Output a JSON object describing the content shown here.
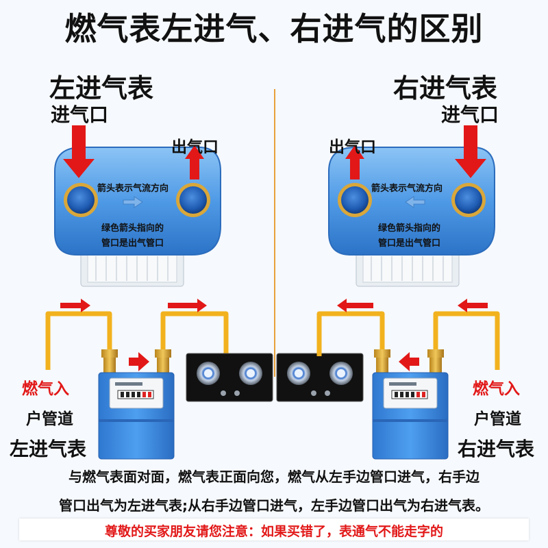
{
  "title": "燃气表左进气、右进气的区别",
  "left_panel": {
    "heading": "左进气表",
    "inlet_label": "进气口",
    "outlet_label": "出气口",
    "arrow_note": "箭头表示气流方向",
    "green_note_1": "绿色箭头指向的",
    "green_note_2": "管口是出气管口"
  },
  "right_panel": {
    "heading": "右进气表",
    "inlet_label": "进气口",
    "outlet_label": "出气口",
    "arrow_note": "箭头表示气流方向",
    "green_note_1": "绿色箭头指向的",
    "green_note_2": "管口是出气管口"
  },
  "left_install": {
    "gas_in": "燃气入",
    "pipe": "户管道",
    "type": "左进气表"
  },
  "right_install": {
    "gas_in": "燃气入",
    "pipe": "户管道",
    "type": "右进气表"
  },
  "explanation_line1": "与燃气表面对面，燃气表正面向您，燃气从左手边管口进气，右手边",
  "explanation_line2": "管口出气为左进气表;从右手边管口进气，左手边管口出气为右进气表。",
  "warning": "尊敬的买家朋友请您注意：如果买错了，表通气不能走字的",
  "colors": {
    "arrow_red": "#e21818",
    "meter_blue": "#3d8fe0",
    "pipe_yellow": "#f2b21e",
    "divider": "#e8a13a"
  }
}
